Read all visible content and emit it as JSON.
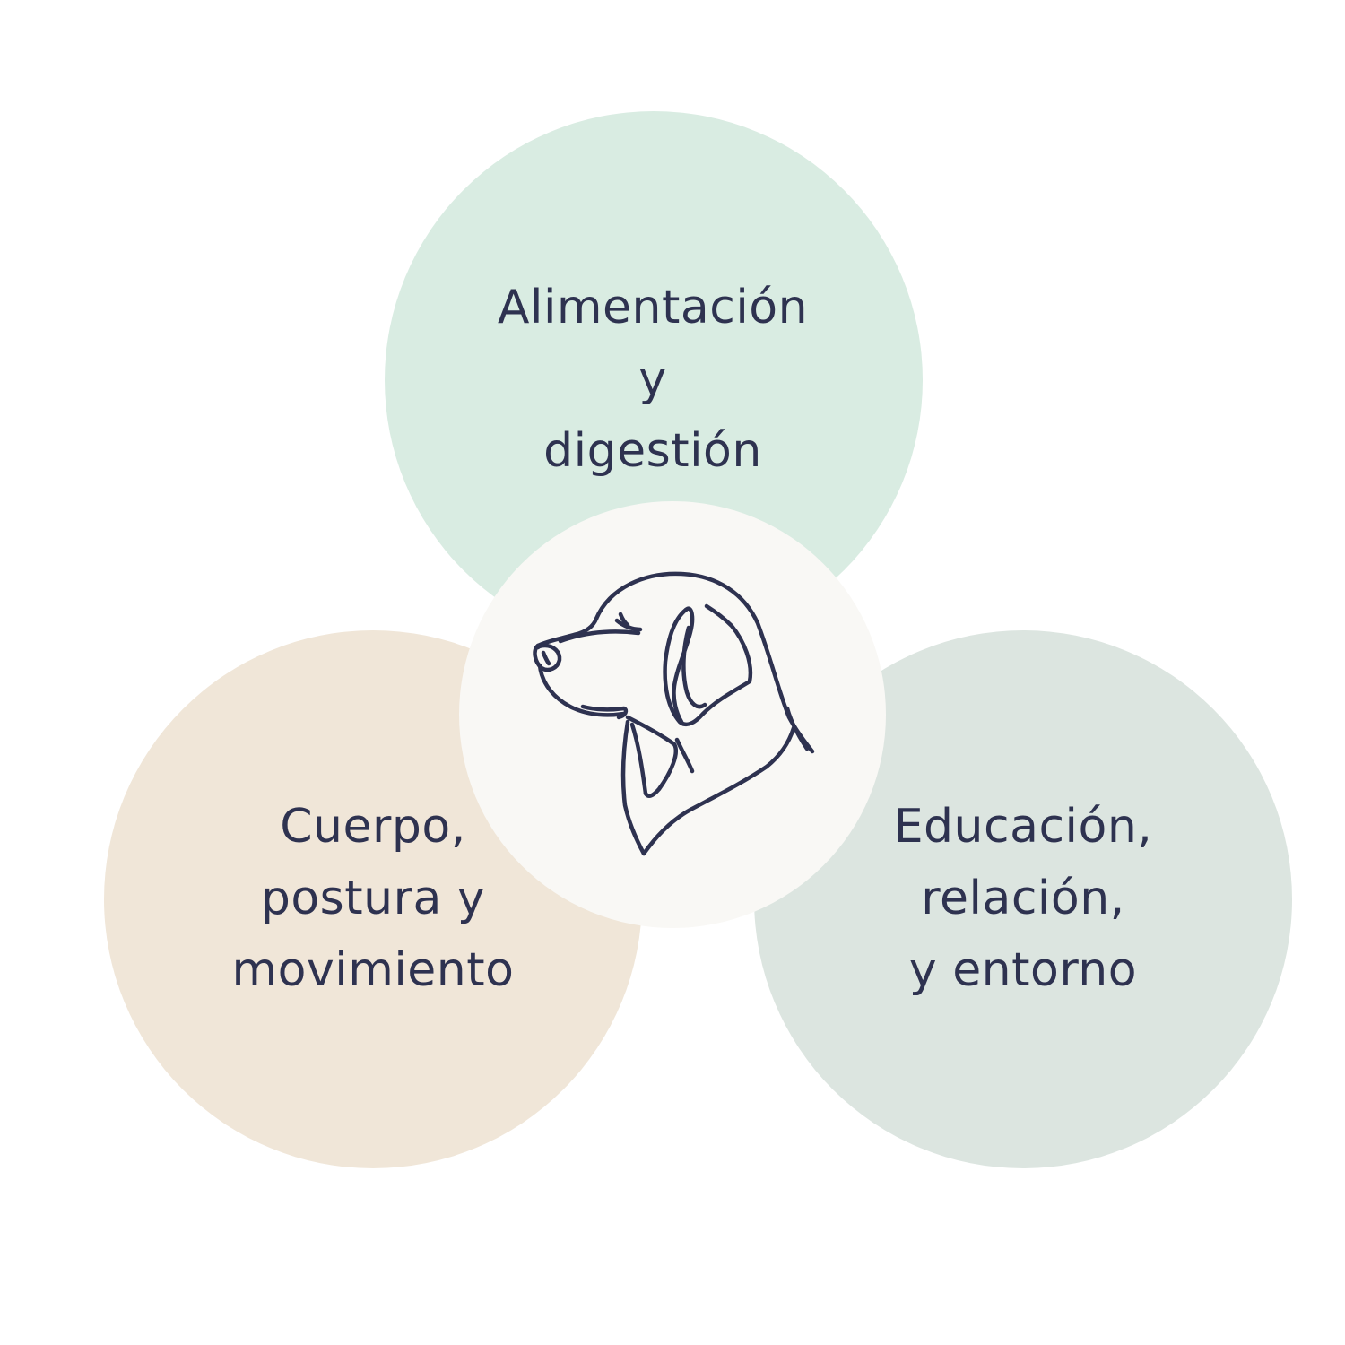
{
  "colors": {
    "background": "#ffffff",
    "circle_top": "#d9ece2",
    "circle_left": "#f0e6d8",
    "circle_right": "#dce5e0",
    "circle_center": "#f9f8f5",
    "text": "#2e3250",
    "illustration_stroke": "#2e3250"
  },
  "center": {
    "icon": "dog-head-line-drawing-icon"
  },
  "areas": {
    "top": {
      "lines": [
        "Alimentación",
        "y",
        "digestión"
      ]
    },
    "left": {
      "lines": [
        "Cuerpo,",
        "postura y",
        "movimiento"
      ]
    },
    "right": {
      "lines": [
        "Educación,",
        "relación,",
        "y entorno"
      ]
    }
  }
}
